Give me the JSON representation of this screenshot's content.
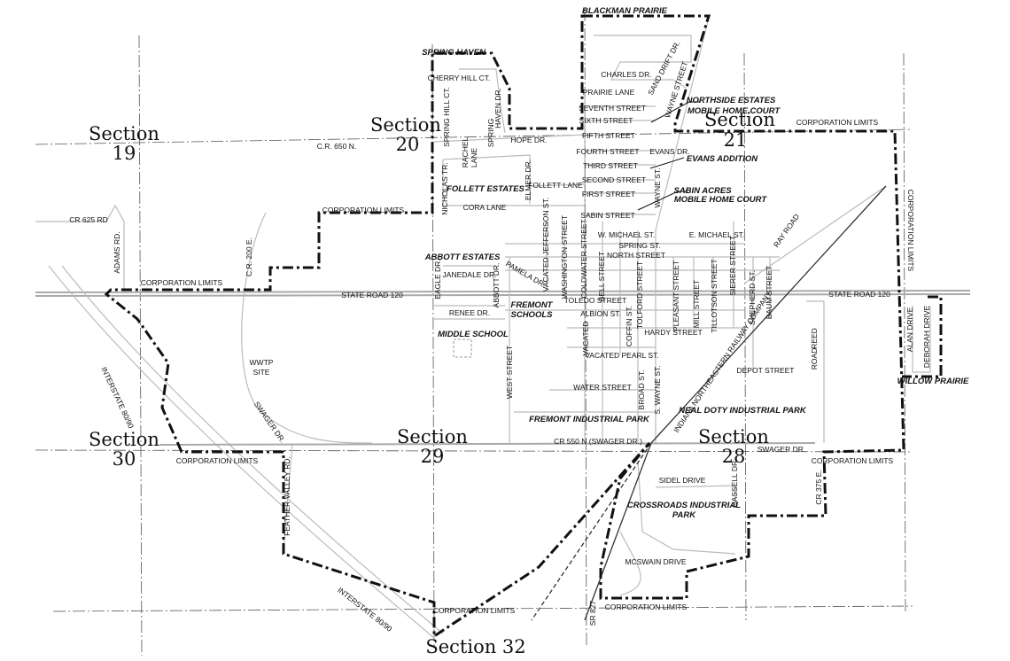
{
  "sections": {
    "s19": {
      "word": "Section",
      "num": "19"
    },
    "s20": {
      "word": "Section",
      "num": "20"
    },
    "s21": {
      "word": "Section",
      "num": "21"
    },
    "s30": {
      "word": "Section",
      "num": "30"
    },
    "s29": {
      "word": "Section",
      "num": "29"
    },
    "s28": {
      "word": "Section",
      "num": "28"
    },
    "s32": {
      "word": "Section 32"
    }
  },
  "places": {
    "blackman_prairie": "BLACKMAN PRAIRIE",
    "spring_haven": "SPRING HAVEN",
    "northside_1": "NORTHSIDE ESTATES",
    "northside_2": "MOBILE HOME COURT",
    "evans_addition": "EVANS ADDITION",
    "sabin_1": "SABIN ACRES",
    "sabin_2": "MOBILE HOME COURT",
    "follett_estates": "FOLLETT ESTATES",
    "abbott_estates": "ABBOTT ESTATES",
    "fremont_schools_1": "FREMONT",
    "fremont_schools_2": "SCHOOLS",
    "middle_school": "MIDDLE SCHOOL",
    "fremont_industrial": "FREMONT INDUSTRIAL PARK",
    "neal_doty": "NEAL DOTY INDUSTRIAL PARK",
    "crossroads_1": "CROSSROADS INDUSTRIAL",
    "crossroads_2": "PARK",
    "willow_prairie": "WILLOW PRAIRIE"
  },
  "streets": {
    "charles": "CHARLES DR.",
    "sand_drift": "SAND DRIFT DR.",
    "wayne_street_n": "WAYNE STREET",
    "prairie": "PRAIRIE LANE",
    "seventh": "SEVENTH STREET",
    "sixth": "SIXTH STREET",
    "fifth": "FIFTH STREET",
    "fourth": "FOURTH STREET",
    "evans_dr": "EVANS DR.",
    "third": "THIRD STREET",
    "second": "SECOND STREET",
    "first": "FIRST STREET",
    "sabin": "SABIN STREET",
    "wayne_st": "WAYNE ST.",
    "cherry_hill": "CHERRY HILL CT.",
    "spring_hill": "SPRING HILL CT.",
    "spring": "SPRING",
    "haven": "HAVEN DR.",
    "hope": "HOPE DR.",
    "cr650": "C.R. 650 N.",
    "rachel": "RACHEL",
    "lane": "LANE",
    "nicholas": "NICHOLAS TR.",
    "elmer": "ELMER DR.",
    "follett_lane": "FOLLETT LANE",
    "cora": "CORA LANE",
    "cr625": "CR 625 RD",
    "adams": "ADAMS RD.",
    "cr200": "C.R. 200 E.",
    "sr120_w": "STATE ROAD 120",
    "sr120_e": "STATE ROAD 120",
    "toledo": "TOLEDO STREET",
    "w_michael": "W. MICHAEL ST.",
    "e_michael": "E. MICHAEL ST.",
    "north": "NORTH STREET",
    "spring_st": "SPRING ST.",
    "albion": "ALBION ST.",
    "hardy": "HARDY STREET",
    "vacated": "VACATED",
    "vacated_pearl": "VACATED  PEARL ST.",
    "depot": "DEPOT STREET",
    "water": "WATER STREET",
    "cr550": "CR 550 N (SWAGER DR.)",
    "swager_e": "SWAGER DR.",
    "swager_w": "SWAGER DR.",
    "sidel": "SIDEL DRIVE",
    "mcswain": "MCSWAIN DRIVE",
    "sr827": "SR 827",
    "cassell": "CASSELL DR.",
    "cr375": "CR 375 E.",
    "i8090_w": "INTERSTATE 80/90",
    "i8090_s": "INTERSTATE 80/90",
    "feather": "FEATHER VALLEY RD.",
    "wwtp_1": "WWTP",
    "wwtp_2": "SITE",
    "west": "WEST STREET",
    "broad": "BROAD ST.",
    "s_wayne": "S. WAYNE ST.",
    "reed": "REED",
    "road": "ROAD",
    "baum": "BAUM STREET",
    "shepherd": "SHEPHERD ST.",
    "sierer": "SIERER STREET",
    "tillotson": "TILLOTSON STREET",
    "mill": "MILL STREET",
    "pleasant": "PLEASANT STREET",
    "tolford": "TOLFORD STREET",
    "coffin": "COFFIN ST.",
    "bell": "BELL STREET",
    "coldwater": "COLDWATER STREET",
    "washington": "WASHINGTON STREET",
    "jefferson": "VACATED JEFFERSON ST.",
    "abbott": "ABBOTT DR.",
    "eagle": "EAGLE DR.",
    "janedale": "JANEDALE DR.",
    "pamela": "PAMELA DR.",
    "renee": "RENEE DR.",
    "ray": "RAY ROAD",
    "alan": "ALAN DRIVE",
    "deborah": "DEBORAH DRIVE",
    "railway": "INDIANA NORTHEASTERN RAILWAY COMPANY"
  },
  "limits": {
    "cl_north": "CORPORATION LIMITS",
    "cl_east": "CORPORATION LIMITS",
    "cl_mid": "CORPORATION LIMITS",
    "cl_west": "CORPORATION LIMITS",
    "cl_sw": "CORPORATION LIMITS",
    "cl_se": "CORPORATION LIMITS",
    "cl_s1": "CORPORATION LIMITS",
    "cl_s2": "CORPORATION LIMITS"
  }
}
